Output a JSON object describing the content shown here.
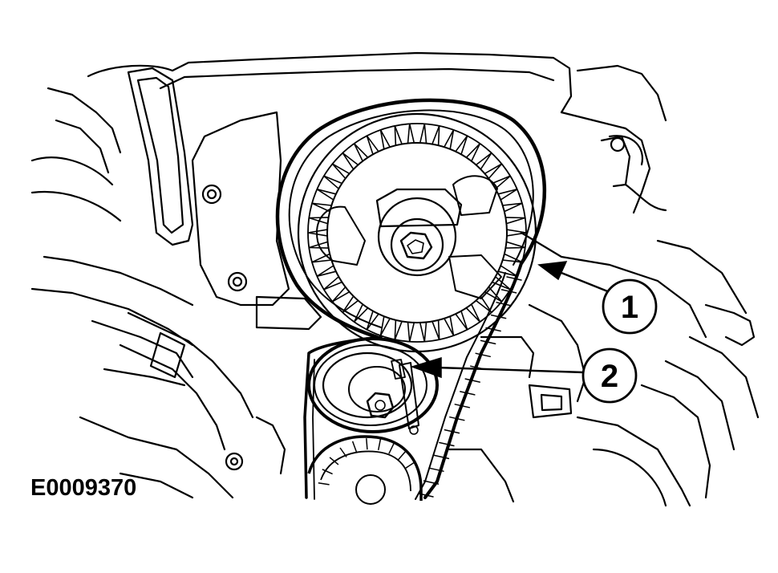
{
  "figure": {
    "id": "E0009370",
    "callouts": [
      {
        "number": "1"
      },
      {
        "number": "2"
      }
    ]
  },
  "colors": {
    "line": "#000000",
    "background": "#ffffff"
  }
}
